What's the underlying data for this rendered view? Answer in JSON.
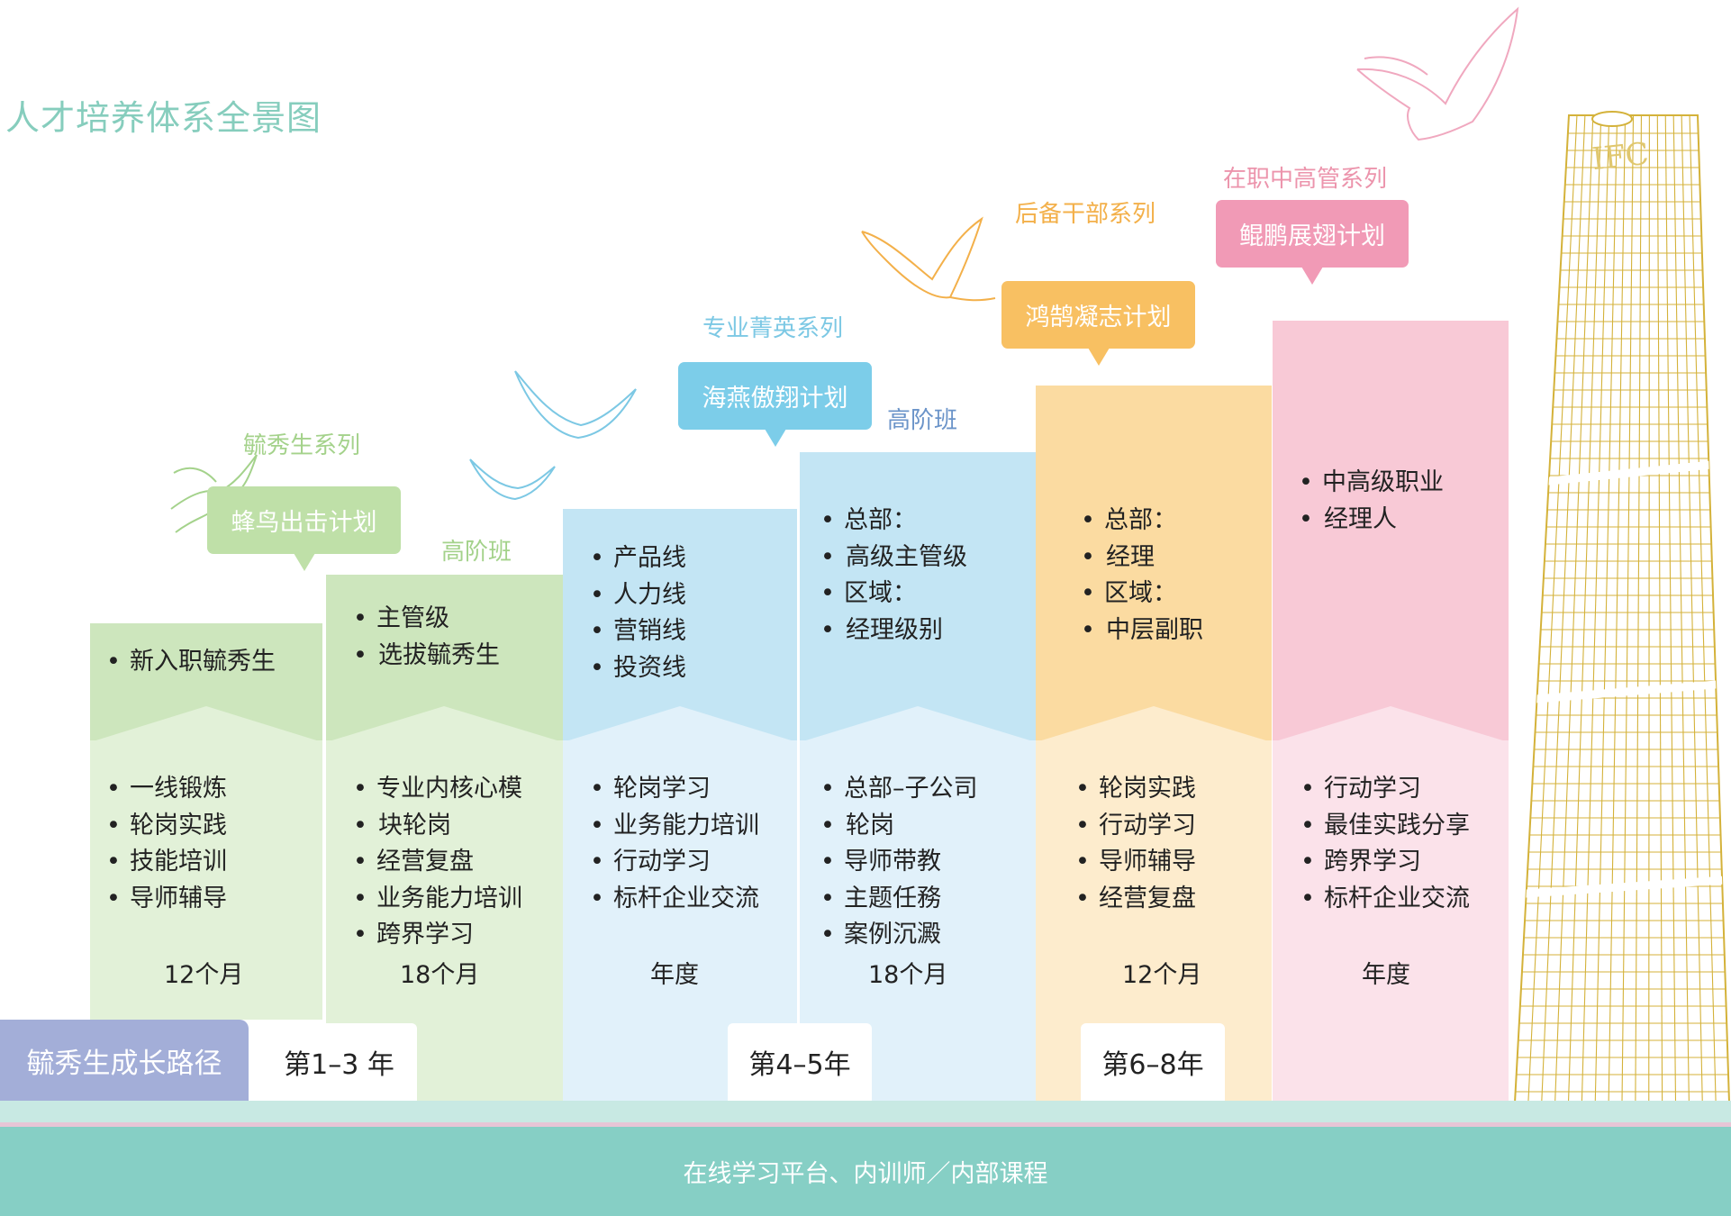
{
  "title": "人才培养体系全景图",
  "columns": [
    {
      "series": "毓秀生系列",
      "plan": "蜂鸟出击计划",
      "top_items": [
        "新入职毓秀生"
      ],
      "bottom_items": [
        "一线锻炼",
        "轮岗实践",
        "技能培训",
        "导师辅导"
      ],
      "duration": "12个月"
    },
    {
      "series": "高阶班",
      "top_items": [
        "主管级",
        "选拔毓秀生"
      ],
      "bottom_items": [
        "专业内核心模",
        "块轮岗",
        "经营复盘",
        "业务能力培训",
        "跨界学习"
      ],
      "duration": "18个月"
    },
    {
      "series": "专业菁英系列",
      "plan": "海燕傲翔计划",
      "top_items": [
        "产品线",
        "人力线",
        "营销线",
        "投资线"
      ],
      "bottom_items": [
        "轮岗学习",
        "业务能力培训",
        "行动学习",
        "标杆企业交流"
      ],
      "duration": "年度"
    },
    {
      "series": "高阶班",
      "top_items": [
        "总部：",
        "高级主管级",
        "区域：",
        "经理级别"
      ],
      "bottom_items": [
        "总部–子公司",
        "轮岗",
        "导师带教",
        "主题任務",
        "案例沉澱"
      ],
      "duration": "18个月"
    },
    {
      "series": "后备干部系列",
      "plan": "鸿鹄凝志计划",
      "top_items": [
        "总部：",
        "经理",
        "区域：",
        "中层副职"
      ],
      "bottom_items": [
        "轮岗实践",
        "行动学习",
        "导师辅导",
        "经营复盘"
      ],
      "duration": "12个月"
    },
    {
      "series": "在职中高管系列",
      "plan": "鲲鹏展翅计划",
      "top_items": [
        "中高级职业",
        "经理人"
      ],
      "bottom_items": [
        "行动学习",
        "最佳实践分享",
        "跨界学习",
        "标杆企业交流"
      ],
      "duration": "年度"
    }
  ],
  "growth_path": "毓秀生成长路径",
  "years": [
    "第1–3 年",
    "第4–5年",
    "第6–8年"
  ],
  "platform": "在线学习平台、内训师／内部课程",
  "tower_logo": "IFC",
  "colors": {
    "green_top": "#cde6bd",
    "green_bottom": "#e2f1d8",
    "green_side": "#b8dca0",
    "green_plan": "#bfe0a8",
    "green_series": "#a4d28b",
    "blue_top": "#c3e5f4",
    "blue_bottom": "#e1f1fa",
    "blue_side": "#a6d7ee",
    "blue_plan": "#7ccde9",
    "blue_series": "#7cc8e4",
    "blue_hb": "#6b94c9",
    "orange_top": "#fbdba1",
    "orange_bottom": "#fdeccd",
    "orange_side": "#f7c26b",
    "orange_plan": "#f8c062",
    "orange_series": "#f3b04a",
    "pink_top": "#f8c9d6",
    "pink_bottom": "#fbe2ea",
    "pink_side": "#ef9ab5",
    "pink_plan": "#f19ab6",
    "pink_series": "#ec94ac",
    "title": "#86cdbd",
    "path": "#a3aed8",
    "bottom_bar": "#86cfc5",
    "tower_line": "#d4b23a"
  }
}
